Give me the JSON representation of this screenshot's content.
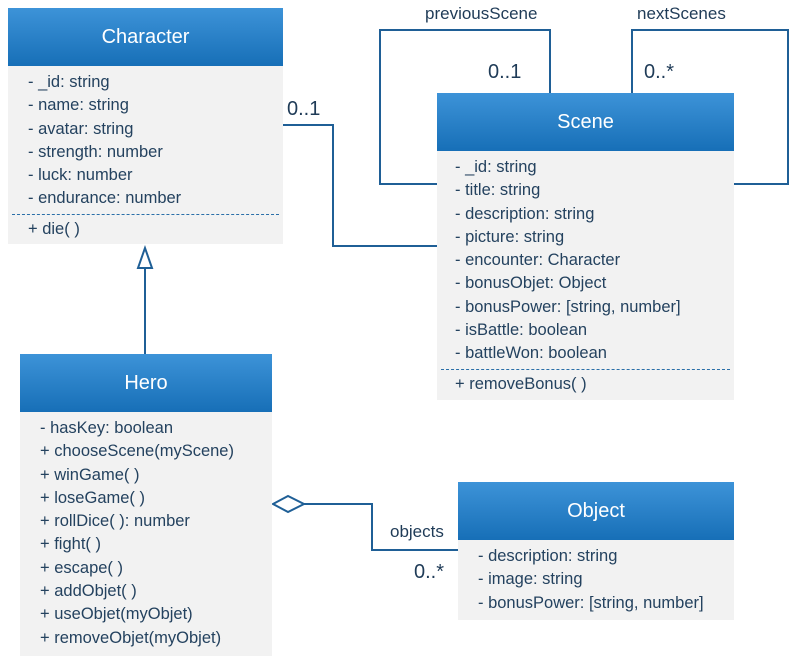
{
  "classes": {
    "character": {
      "name": "Character",
      "attributes": [
        "- _id: string",
        "- name: string",
        "- avatar: string",
        "- strength: number",
        "- luck: number",
        "- endurance: number"
      ],
      "methods": [
        "+ die( )"
      ]
    },
    "scene": {
      "name": "Scene",
      "attributes": [
        "- _id: string",
        "- title: string",
        "- description: string",
        "- picture: string",
        "- encounter: Character",
        "- bonusObjet: Object",
        "- bonusPower: [string, number]",
        "- isBattle: boolean",
        "- battleWon: boolean"
      ],
      "methods": [
        "+ removeBonus( )"
      ]
    },
    "hero": {
      "name": "Hero",
      "members": [
        "- hasKey: boolean",
        "+ chooseScene(myScene)",
        "+ winGame( )",
        "+ loseGame( )",
        "+ rollDice( ): number",
        "+ fight( )",
        "+ escape( )",
        "+ addObjet( )",
        "+ useObjet(myObjet)",
        "+ removeObjet(myObjet)"
      ]
    },
    "object": {
      "name": "Object",
      "attributes": [
        "- description: string",
        "- image: string",
        "- bonusPower: [string, number]"
      ]
    }
  },
  "associations": {
    "previous_scene": {
      "role": "previousScene",
      "multiplicity": "0..1"
    },
    "next_scenes": {
      "role": "nextScenes",
      "multiplicity": "0..*"
    },
    "character_scene": {
      "multiplicity": "0..1"
    },
    "hero_objects": {
      "role": "objects",
      "multiplicity": "0..*"
    }
  },
  "colors": {
    "header_top": "#3d93d8",
    "header_bottom": "#176fb7",
    "line": "#1f5f96",
    "box_fill": "#f2f2f2"
  }
}
